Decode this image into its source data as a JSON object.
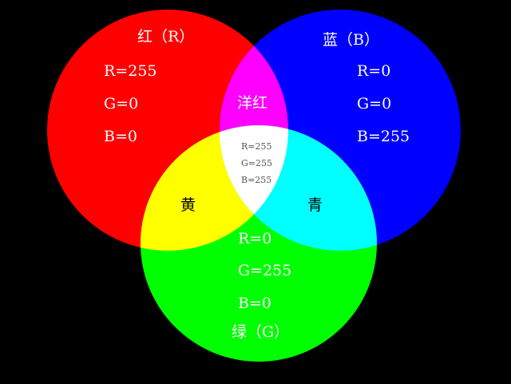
{
  "colors": {
    "background": "#000000",
    "red": "#ff0000",
    "green": "#00ff00",
    "blue": "#0000ff",
    "yellow": "#ffff00",
    "cyan": "#00ffff",
    "magenta": "#ff00ff",
    "white": "#ffffff",
    "text_light": "#ffffff",
    "text_dark": "#000000",
    "text_small": "#555555"
  },
  "circles": {
    "red": {
      "title": "红（R）",
      "r": "R=255",
      "g": "G=0",
      "b": "B=0"
    },
    "blue": {
      "title": "蓝（B）",
      "r": "R=0",
      "g": "G=0",
      "b": "B=255"
    },
    "green": {
      "title": "绿（G）",
      "r": "R=0",
      "g": "G=255",
      "b": "B=0"
    }
  },
  "overlaps": {
    "magenta": "洋红",
    "yellow": "黄",
    "cyan": "青",
    "white": {
      "r": "R=255",
      "g": "G=255",
      "b": "B=255"
    }
  }
}
